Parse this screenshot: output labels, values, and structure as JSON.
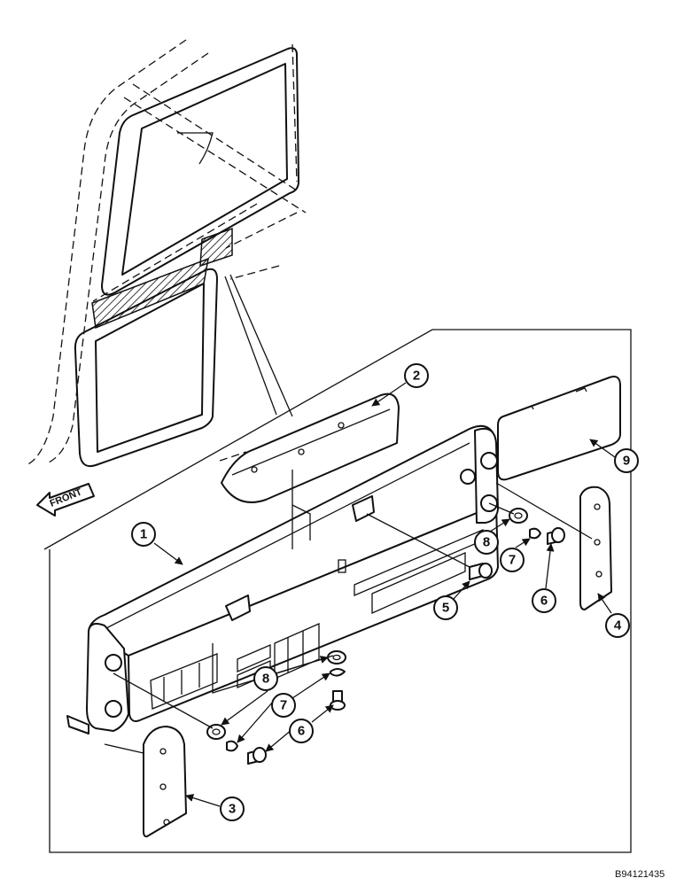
{
  "front_label": "FRONT",
  "reference_code": "B94121435",
  "callouts": [
    {
      "id": "c1",
      "label": "1"
    },
    {
      "id": "c2",
      "label": "2"
    },
    {
      "id": "c3",
      "label": "3"
    },
    {
      "id": "c4",
      "label": "4"
    },
    {
      "id": "c5",
      "label": "5"
    },
    {
      "id": "c6a",
      "label": "6"
    },
    {
      "id": "c6b",
      "label": "6"
    },
    {
      "id": "c7a",
      "label": "7"
    },
    {
      "id": "c7b",
      "label": "7"
    },
    {
      "id": "c8a",
      "label": "8"
    },
    {
      "id": "c8b",
      "label": "8"
    },
    {
      "id": "c9",
      "label": "9"
    }
  ]
}
